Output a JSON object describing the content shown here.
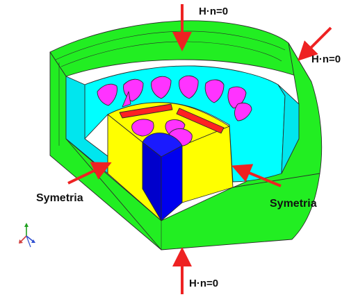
{
  "labels": {
    "top": "H·n=0",
    "top_right": "H·n=0",
    "bottom": "H·n=0",
    "left": "Symetria",
    "right": "Symetria"
  },
  "colors": {
    "air_region": "#22ee22",
    "stator_yoke": "#00ffff",
    "stator_slots": "#ff33ff",
    "rotor_core": "#ffff00",
    "shaft": "#0000ee",
    "magnets": "#ff2222",
    "arrows": "#ee2222"
  },
  "icons": {
    "axis_triad": "axis-triad-icon"
  }
}
